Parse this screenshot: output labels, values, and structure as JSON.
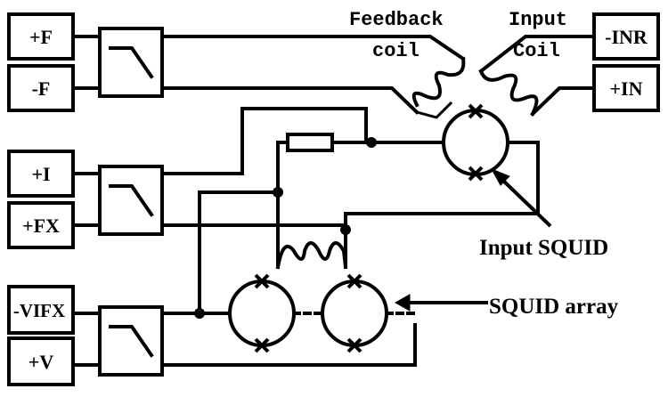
{
  "terminals": {
    "plus_f": "+F",
    "minus_f": "-F",
    "plus_i": "+I",
    "plus_fx": "+FX",
    "minus_vifx": "-VIFX",
    "plus_v": "+V",
    "minus_inr": "-INR",
    "plus_in": "+IN"
  },
  "labels": {
    "feedback_line1": "Feedback",
    "feedback_line2": "coil",
    "input_line1": "Input",
    "input_line2": "Coil",
    "input_squid": "Input SQUID",
    "squid_array": "SQUID array"
  },
  "colors": {
    "ink": "#000000",
    "paper": "#ffffff"
  }
}
